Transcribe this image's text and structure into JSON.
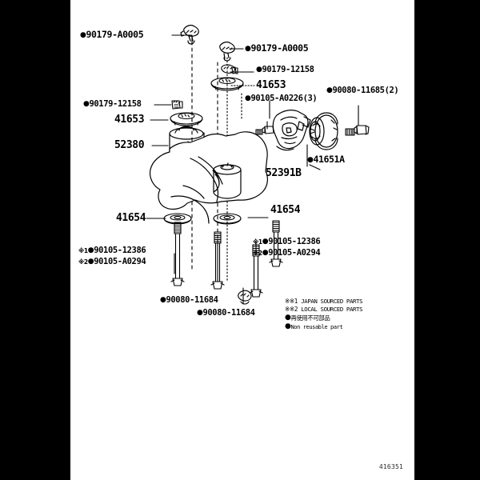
{
  "diagram": {
    "title": "Front suspension crossmember and engine mounting parts diagram",
    "sheet_code": "416351",
    "background_color": "#ffffff",
    "letterbox_color": "#000000",
    "line_color": "#000000"
  },
  "callouts": [
    {
      "id": "c1",
      "text": "90179-A0005",
      "bullet": true,
      "note": ""
    },
    {
      "id": "c2",
      "text": "90179-A0005",
      "bullet": true,
      "note": ""
    },
    {
      "id": "c3",
      "text": "90179-12158",
      "bullet": true,
      "note": ""
    },
    {
      "id": "c4",
      "text": "41653",
      "bullet": false,
      "note": ""
    },
    {
      "id": "c5",
      "text": "90179-12158",
      "bullet": true,
      "note": ""
    },
    {
      "id": "c6",
      "text": "41653",
      "bullet": false,
      "note": ""
    },
    {
      "id": "c7",
      "text": "52380",
      "bullet": false,
      "note": ""
    },
    {
      "id": "c8",
      "text": "90105-A0226(3)",
      "bullet": true,
      "note": ""
    },
    {
      "id": "c9",
      "text": "90080-11685(2)",
      "bullet": true,
      "note": ""
    },
    {
      "id": "c10",
      "text": "41651A",
      "bullet": true,
      "note": ""
    },
    {
      "id": "c11",
      "text": "52391B",
      "bullet": false,
      "note": ""
    },
    {
      "id": "c12",
      "text": "41654",
      "bullet": false,
      "note": ""
    },
    {
      "id": "c13",
      "text": "41654",
      "bullet": false,
      "note": ""
    },
    {
      "id": "c14",
      "text": "90080-11684",
      "bullet": true,
      "note": ""
    },
    {
      "id": "c15",
      "text": "90080-11684",
      "bullet": true,
      "note": ""
    }
  ],
  "sourced_callouts": {
    "left": [
      {
        "mark": "1",
        "text": "90105-12386",
        "bullet": true
      },
      {
        "mark": "2",
        "text": "90105-A0294",
        "bullet": true
      }
    ],
    "right": [
      {
        "mark": "1",
        "text": "90105-12386",
        "bullet": true
      },
      {
        "mark": "2",
        "text": "90105-A0294",
        "bullet": true
      }
    ]
  },
  "legend": {
    "lines": [
      {
        "prefix": "※1",
        "text": "JAPAN SOURCED PARTS",
        "bullet": false
      },
      {
        "prefix": "※2",
        "text": "LOCAL SOURCED PARTS",
        "bullet": false
      },
      {
        "prefix": "",
        "text": "再使用不可部品",
        "bullet": true
      },
      {
        "prefix": "",
        "text": "Non reusable part",
        "bullet": true
      }
    ]
  }
}
